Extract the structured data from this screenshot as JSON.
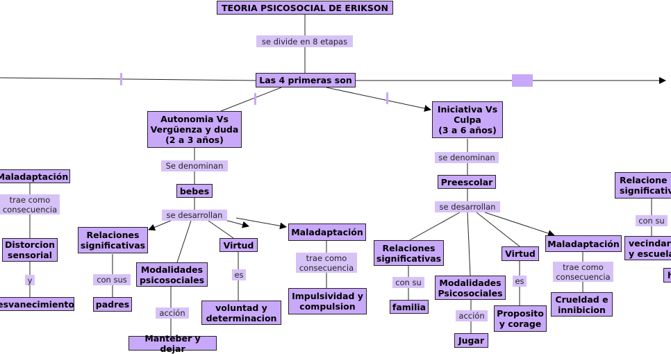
{
  "nodes": {
    "title": "TEORIA PSICOSOCIAL DE ERIKSON",
    "primeras": "Las 4 primeras son",
    "autonomia": "Autonomia Vs\nVergüenza y duda\n(2 a 3 años)",
    "iniciativa": "Iniciativa Vs\nCulpa\n(3 a 6 años)",
    "bebes": "bebes",
    "preescolar": "Preescolar",
    "malad_left": "Maladaptación",
    "distorcion": "Distorcion\nsensorial",
    "desvanecimiento": "esvanecimiento",
    "relaciones_a": "Relaciones\nsignificativas",
    "padres": "padres",
    "modalidades_a": "Modalidades\npsicosociales",
    "manteber": "Manteber y dejar",
    "virtud_a": "Virtud",
    "voluntad": "voluntad y\ndeterminacion",
    "malad_a": "Maladaptación",
    "impulsividad": "Impulsividad y\ncompulsion",
    "relaciones_b": "Relaciones\nsignificativas",
    "familia": "familia",
    "modalidades_b": "Modalidades\nPsicosociales",
    "jugar": "Jugar",
    "virtud_b": "Virtud",
    "proposito": "Proposito\ny corage",
    "malad_b": "Maladaptación",
    "crueldad": "Crueldad e\ninnibicion",
    "relaciones_right": "Relacione\nsignificativ",
    "vecindario": "vecindari\ny escuela",
    "h": "h"
  },
  "labels": {
    "divide": "se divide en 8 etapas",
    "denominan_a": "Se denominan",
    "desarrollan_a": "se desarrollan",
    "con_sus": "con sus",
    "accion_a": "acción",
    "es_a": "es",
    "trae_a": "trae como\nconsecuencia",
    "trae_left": "trae como\nconsecuencia",
    "y_left": "y",
    "denominan_b": "se denominan",
    "desarrollan_b": "se desarrollan",
    "con_su_b": "con su",
    "accion_b": "acción",
    "es_b": "es",
    "trae_b": "trae como\nconsecuencia",
    "con_su_right": "con su"
  }
}
